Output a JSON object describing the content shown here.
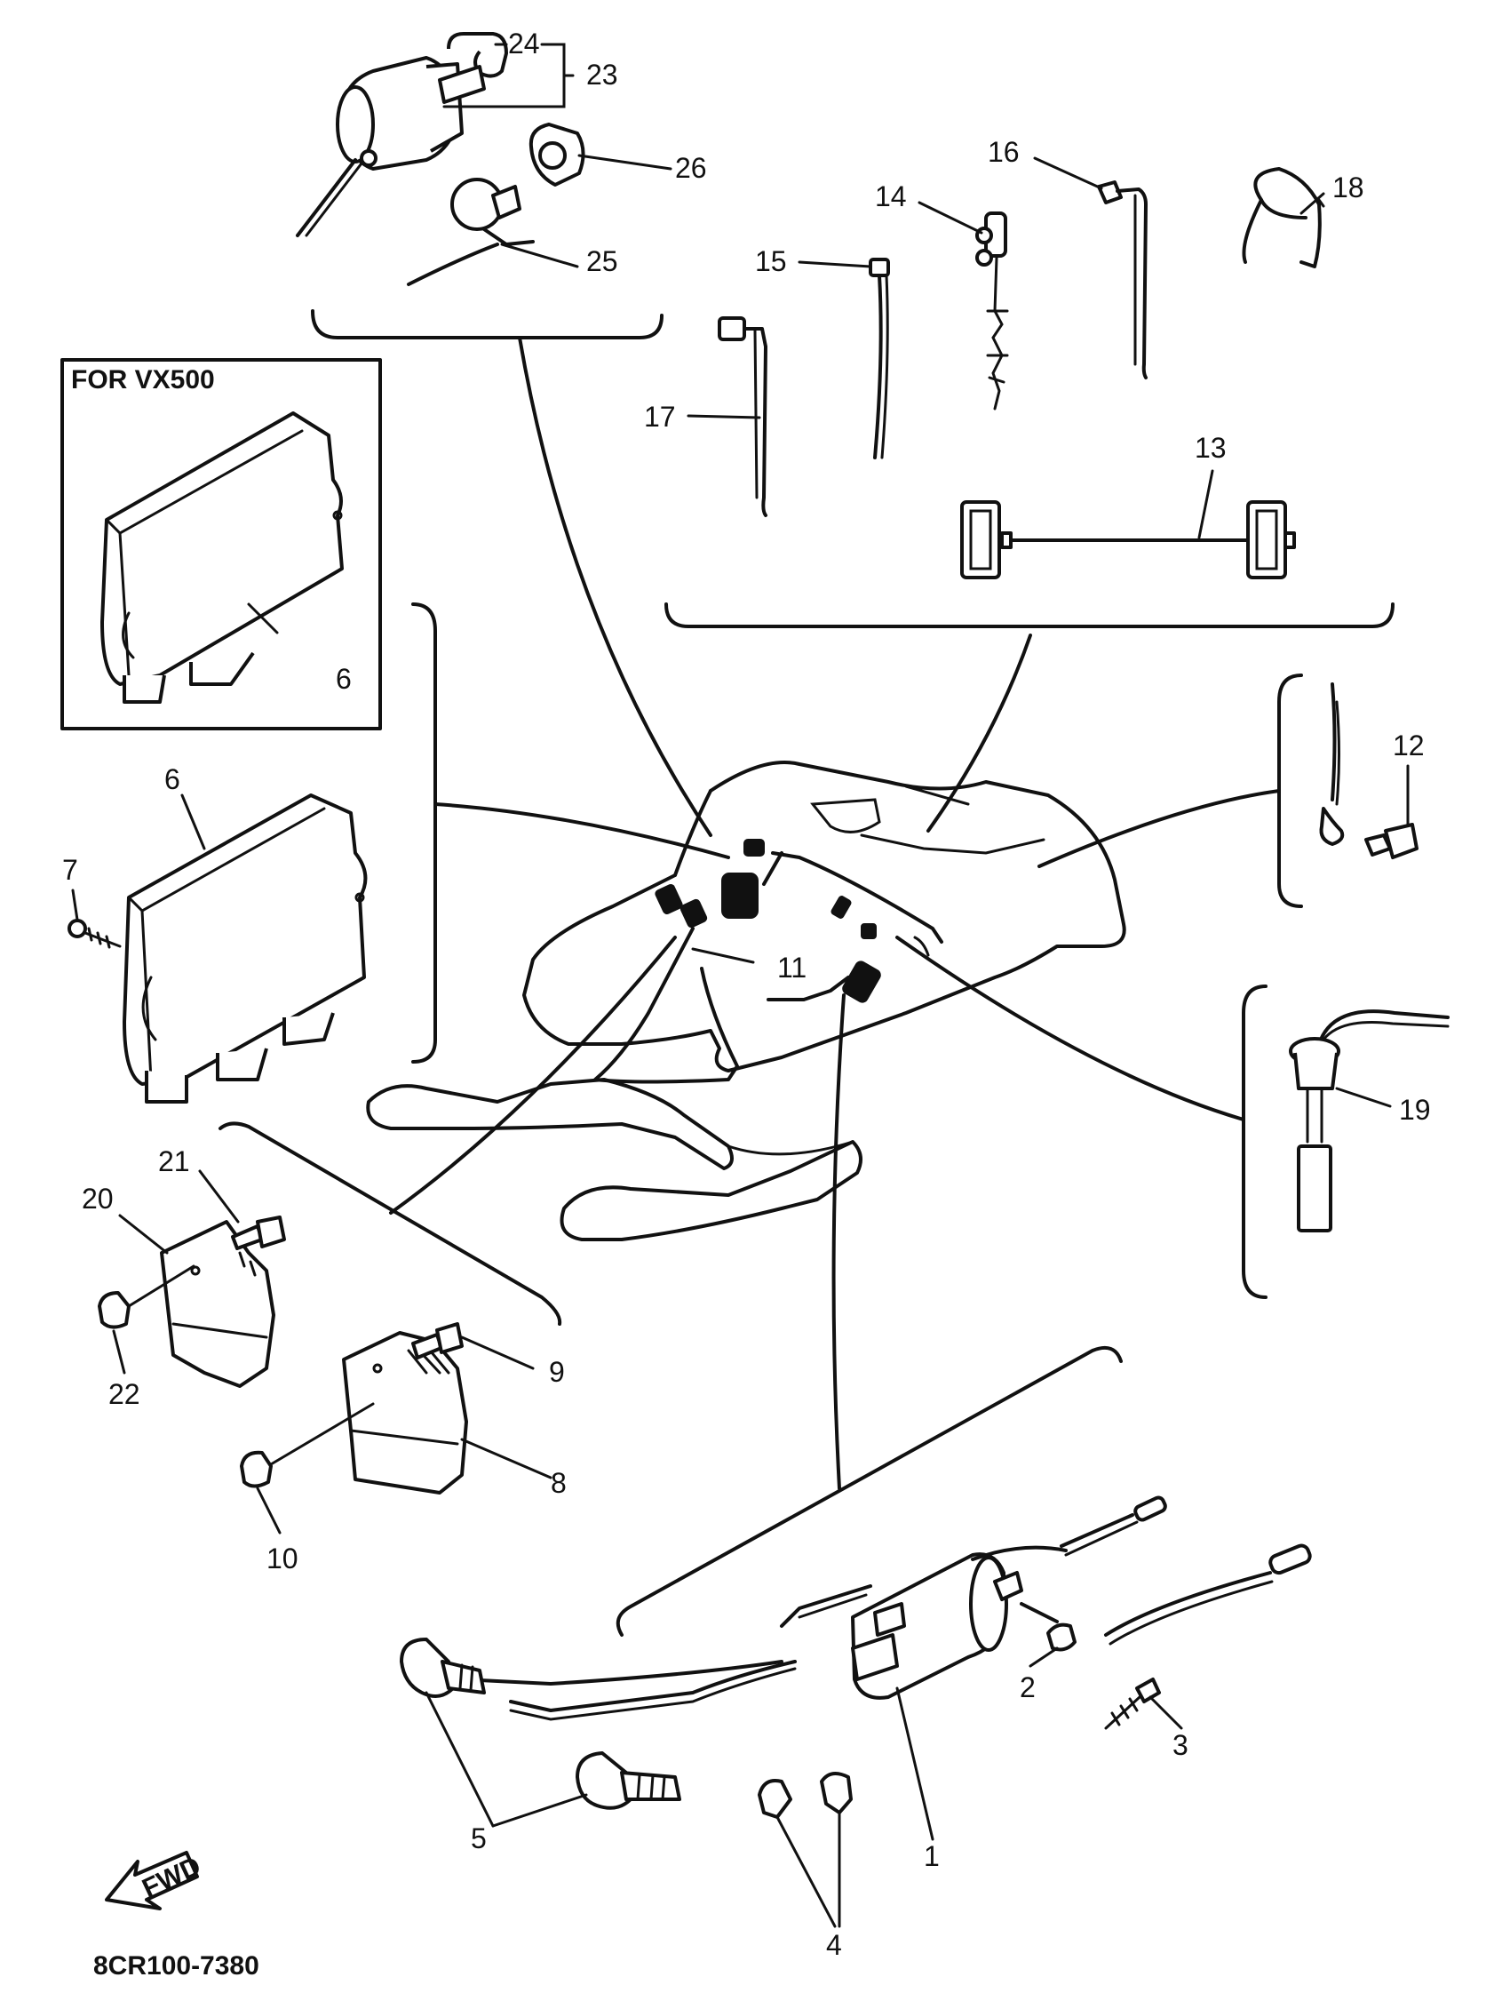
{
  "diagram": {
    "inset_caption": "FOR VX500",
    "figure_code": "8CR100-7380",
    "fwd_arrow_label": "FWD",
    "callouts": [
      "1",
      "2",
      "3",
      "4",
      "5",
      "6",
      "6",
      "7",
      "8",
      "9",
      "10",
      "11",
      "12",
      "13",
      "14",
      "15",
      "16",
      "17",
      "18",
      "19",
      "20",
      "21",
      "22",
      "23",
      "24",
      "25",
      "26"
    ]
  }
}
